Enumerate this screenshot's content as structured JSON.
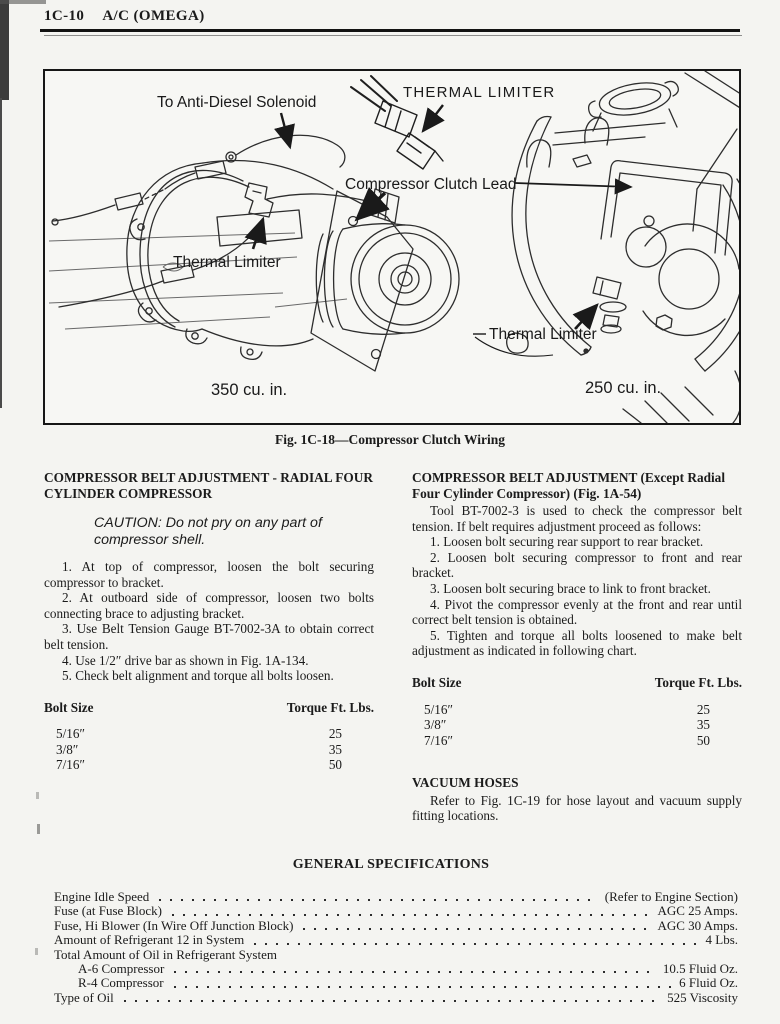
{
  "header": {
    "section": "1C-10",
    "title": "A/C (OMEGA)"
  },
  "figure": {
    "labels": {
      "anti_diesel": "To Anti-Diesel Solenoid",
      "thermal_limiter_top": "THERMAL LIMITER",
      "clutch_lead": "Compressor Clutch Lead",
      "thermal_limiter_left": "Thermal Limiter",
      "thermal_limiter_right": "Thermal Limiter",
      "engine_left": "350 cu. in.",
      "engine_right": "250 cu. in."
    },
    "caption": "Fig. 1C-18—Compressor Clutch Wiring"
  },
  "left_column": {
    "heading": "COMPRESSOR BELT ADJUSTMENT - RADIAL FOUR CYLINDER COMPRESSOR",
    "caution": "CAUTION:  Do not pry on any part of compressor shell.",
    "steps": [
      "1. At top of compressor, loosen the bolt securing compressor to bracket.",
      "2. At outboard side of compressor, loosen two bolts connecting brace to adjusting bracket.",
      "3. Use Belt Tension Gauge BT-7002-3A to obtain correct belt tension.",
      "4. Use 1/2″ drive bar as shown in Fig. 1A-134.",
      "5. Check belt alignment and torque all bolts loosen."
    ],
    "table": {
      "col1": "Bolt Size",
      "col2": "Torque Ft. Lbs.",
      "rows": [
        {
          "size": "5/16″",
          "torque": "25"
        },
        {
          "size": "3/8″",
          "torque": "35"
        },
        {
          "size": "7/16″",
          "torque": "50"
        }
      ]
    }
  },
  "right_column": {
    "heading": "COMPRESSOR BELT ADJUSTMENT (Except Radial Four Cylinder Compressor) (Fig. 1A-54)",
    "intro": "Tool BT-7002-3 is used to check the compressor belt tension. If belt requires adjustment proceed as follows:",
    "steps": [
      "1. Loosen bolt securing rear support to rear bracket.",
      "2. Loosen bolt securing compressor to front and rear bracket.",
      "3. Loosen bolt securing brace to link to front bracket.",
      "4. Pivot the compressor evenly at the front and rear until correct belt tension is obtained.",
      "5. Tighten and torque all bolts loosened to make belt adjustment as indicated in following chart."
    ],
    "table": {
      "col1": "Bolt Size",
      "col2": "Torque Ft. Lbs.",
      "rows": [
        {
          "size": "5/16″",
          "torque": "25"
        },
        {
          "size": "3/8″",
          "torque": "35"
        },
        {
          "size": "7/16″",
          "torque": "50"
        }
      ]
    },
    "vacuum_heading": "VACUUM HOSES",
    "vacuum_text": "Refer to Fig. 1C-19 for hose layout and vacuum supply fitting locations."
  },
  "specs": {
    "heading": "GENERAL SPECIFICATIONS",
    "items": [
      {
        "label": "Engine Idle Speed",
        "value": "(Refer to Engine Section)"
      },
      {
        "label": "Fuse (at Fuse Block)",
        "value": "AGC 25 Amps."
      },
      {
        "label": "Fuse, Hi Blower (In Wire Off Junction Block)",
        "value": "AGC 30 Amps."
      },
      {
        "label": "Amount of Refrigerant 12 in System",
        "value": "4 Lbs."
      },
      {
        "label": "Total Amount of Oil in Refrigerant System",
        "value": ""
      },
      {
        "label": "A-6 Compressor",
        "value": "10.5 Fluid Oz."
      },
      {
        "label": "R-4 Compressor",
        "value": "6 Fluid Oz."
      },
      {
        "label": "Type of Oil",
        "value": "525 Viscosity"
      }
    ]
  }
}
